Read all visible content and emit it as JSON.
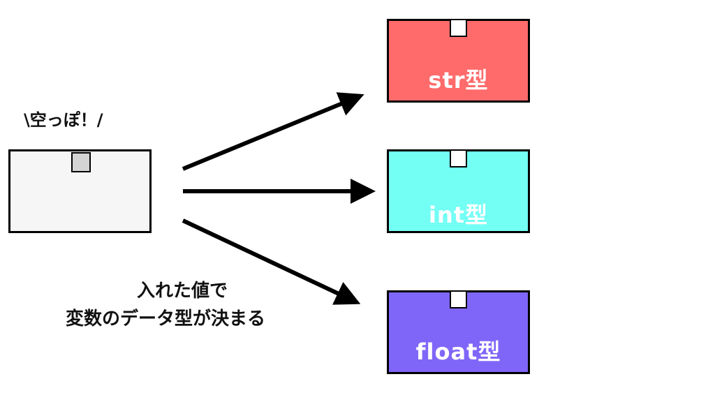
{
  "empty_label": "\\空っぽ！/",
  "caption": {
    "line1": "入れた値で",
    "line2": "変数のデータ型が決まる"
  },
  "types": [
    {
      "label": "str型",
      "color": "#ff6b6b"
    },
    {
      "label": "int型",
      "color": "#74fff5"
    },
    {
      "label": "float型",
      "color": "#8066f8"
    }
  ],
  "empty_box_color": "#f6f6f6",
  "empty_tab_color": "#d4d4d4",
  "arrow_color": "#000000"
}
